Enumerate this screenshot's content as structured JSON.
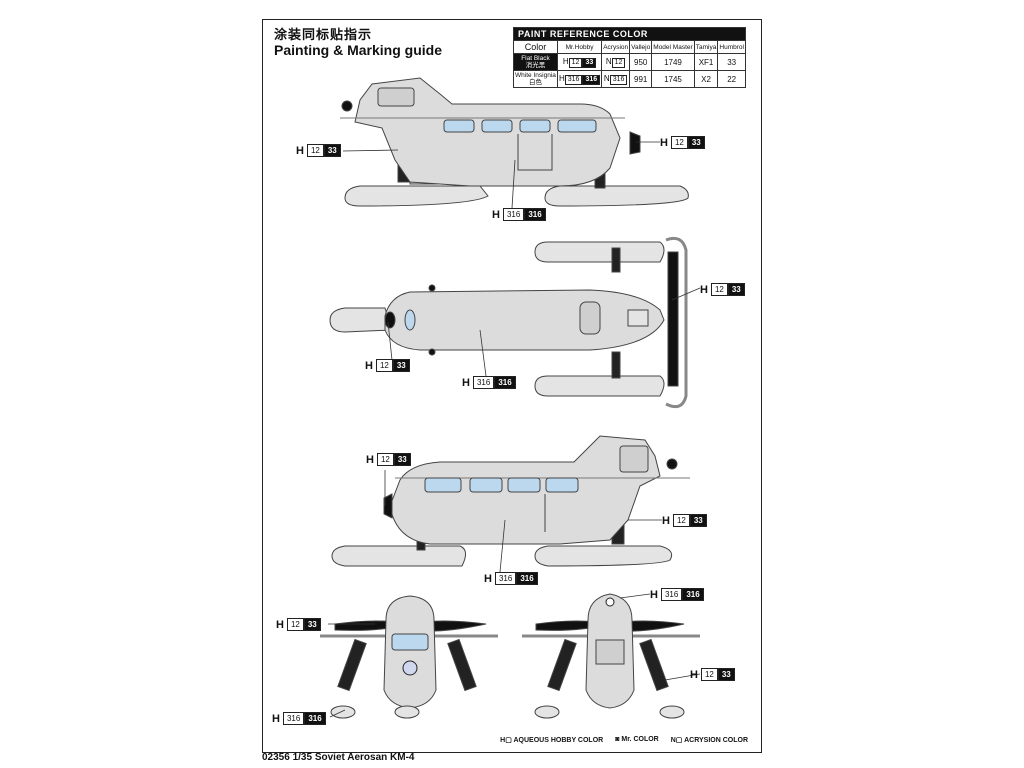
{
  "title_cn": "涂装同标贴指示",
  "title_en": "Painting & Marking guide",
  "footer": "02356 1/35  Soviet Aerosan KM-4",
  "paint_table": {
    "title": "PAINT  REFERENCE COLOR",
    "columns": [
      "Color",
      "Mr.Hobby",
      "Acrysion",
      "Vallejo",
      "Model Master",
      "Tamiya",
      "Humbrol"
    ],
    "rows": [
      {
        "name_en": "Flat Black",
        "name_cn": "消光黑",
        "h": "H",
        "h_code": "12",
        "h_mr": "33",
        "n": "N",
        "n_code": "12",
        "vallejo": "950",
        "model_master": "1749",
        "tamiya": "XF1",
        "humbrol": "33"
      },
      {
        "name_en": "White Insignia",
        "name_cn": "白色",
        "h": "H",
        "h_code": "316",
        "h_mr": "316",
        "n": "N",
        "n_code": "316",
        "vallejo": "991",
        "model_master": "1745",
        "tamiya": "X2",
        "humbrol": "22"
      }
    ]
  },
  "legend": {
    "h": "H▢ AQUEOUS HOBBY COLOR",
    "mr": "◙ Mr. COLOR",
    "n": "N▢ ACRYSION COLOR"
  },
  "callouts": [
    {
      "h": "H",
      "a": "12",
      "b": "33"
    },
    {
      "h": "H",
      "a": "12",
      "b": "33"
    },
    {
      "h": "H",
      "a": "316",
      "b": "316"
    },
    {
      "h": "H",
      "a": "12",
      "b": "33"
    },
    {
      "h": "H",
      "a": "12",
      "b": "33"
    },
    {
      "h": "H",
      "a": "316",
      "b": "316"
    },
    {
      "h": "H",
      "a": "12",
      "b": "33"
    },
    {
      "h": "H",
      "a": "12",
      "b": "33"
    },
    {
      "h": "H",
      "a": "316",
      "b": "316"
    },
    {
      "h": "H",
      "a": "12",
      "b": "33"
    },
    {
      "h": "H",
      "a": "316",
      "b": "316"
    },
    {
      "h": "H",
      "a": "12",
      "b": "33"
    },
    {
      "h": "H",
      "a": "316",
      "b": "316"
    }
  ],
  "colors": {
    "body": "#dcdcdc",
    "window": "#bcd8ee",
    "black": "#111111",
    "ski": "#e4e4e4"
  }
}
